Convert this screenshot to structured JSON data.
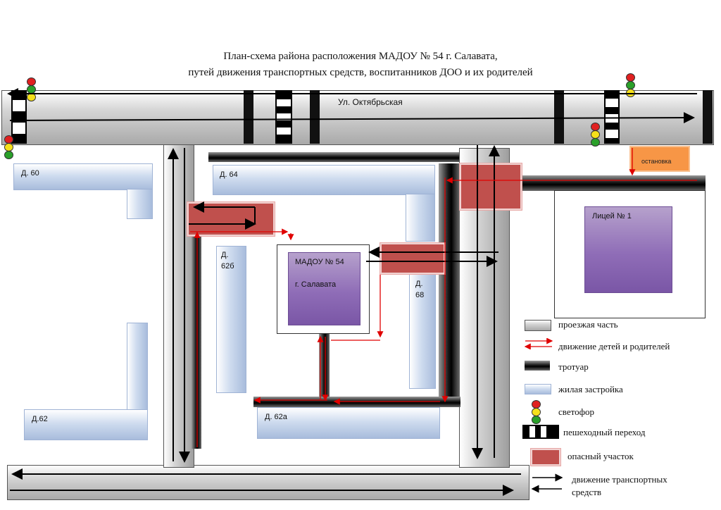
{
  "title": {
    "line1": "План-схема района расположения МАДОУ № 54 г. Салавата,",
    "line2": "путей движения транспортных средств, воспитанников ДОО и их родителей"
  },
  "street": {
    "name": "Ул. Октябрьская"
  },
  "buildings": {
    "d60": "Д. 60",
    "d64": "Д. 64",
    "d62b_line1": "Д.",
    "d62b_line2": "62б",
    "d68_line1": "Д.",
    "d68_line2": "68",
    "d62": "Д.62",
    "d62a": "Д. 62а"
  },
  "kindergarten": {
    "line1": "МАДОУ № 54",
    "line2": "г. Салавата"
  },
  "lyceum": {
    "name": "Лицей № 1"
  },
  "bus_stop": {
    "label": "остановка"
  },
  "legend": {
    "roadway": "проезжая часть",
    "children_movement": "движение детей и  родителей",
    "sidewalk": "тротуар",
    "residential": "жилая застройка",
    "traffic_light": "светофор",
    "crosswalk": "пешеходный переход",
    "dangerous": "опасный участок",
    "vehicle_movement_line1": "движение транспортных",
    "vehicle_movement_line2": "средств"
  },
  "colors": {
    "danger": "#c0504d",
    "child_path": "#e00000",
    "building_fill": "#b8c9e6",
    "school_fill": "#8f6db7",
    "bus_stop": "#f79646"
  }
}
